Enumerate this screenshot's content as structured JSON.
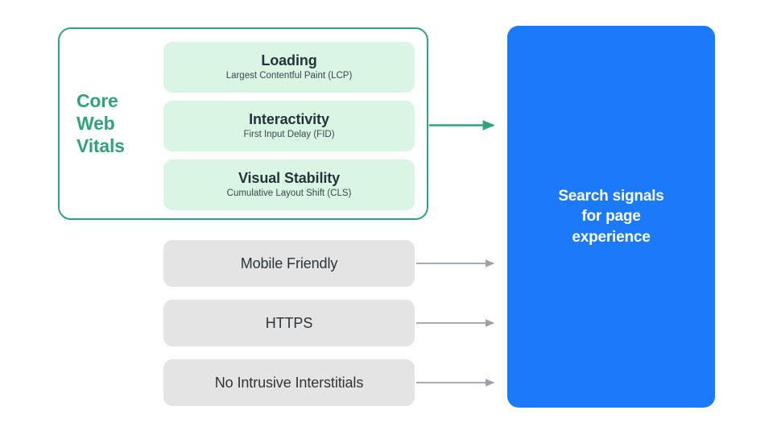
{
  "diagram": {
    "title_group_label": "Core\nWeb\nVitals",
    "destination": {
      "text": "Search signals\nfor page\nexperience"
    },
    "core_web_vitals": [
      {
        "title": "Loading",
        "subtitle": "Largest Contentful Paint (LCP)"
      },
      {
        "title": "Interactivity",
        "subtitle": "First Input Delay (FID)"
      },
      {
        "title": "Visual Stability",
        "subtitle": "Cumulative Layout Shift (CLS)"
      }
    ],
    "other_signals": [
      {
        "label": "Mobile Friendly"
      },
      {
        "label": "HTTPS"
      },
      {
        "label": "No Intrusive Interstitials"
      }
    ],
    "colors": {
      "green_accent": "#2FA37C",
      "green_card_bg": "#D9F5E4",
      "gray_card_bg": "#E4E4E5",
      "blue_panel_bg": "#1A7AFA",
      "arrow_gray": "#9AA0A6",
      "text_dark": "#26333B",
      "text_white": "#FFFFFF",
      "page_bg": "#FFFFFF"
    },
    "arrows": [
      {
        "name": "core-web-vitals-to-destination",
        "color": "#2FA37C"
      },
      {
        "name": "mobile-friendly-to-destination",
        "color": "#9AA0A6"
      },
      {
        "name": "https-to-destination",
        "color": "#9AA0A6"
      },
      {
        "name": "no-intrusive-interstitials-to-destination",
        "color": "#9AA0A6"
      }
    ]
  }
}
